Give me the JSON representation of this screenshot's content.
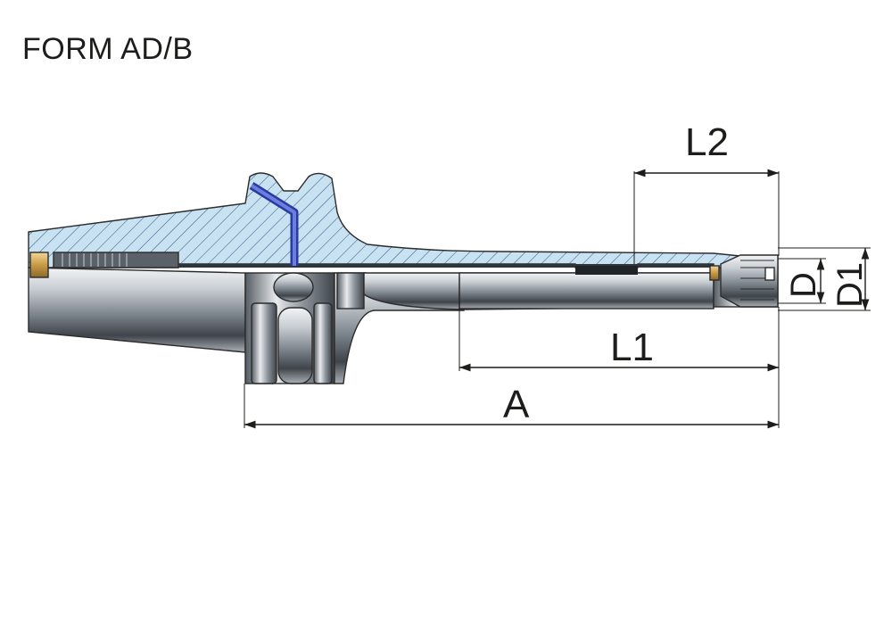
{
  "title": "FORM AD/B",
  "dimensions": {
    "L2": "L2",
    "L1": "L1",
    "A": "A",
    "D": "D",
    "D1": "D1"
  },
  "colors": {
    "section_fill": "#c8e2f2",
    "hatch": "#3d5f85",
    "coolant_channel": "#3b4fc4",
    "steel_light": "#e4e7ea",
    "steel_mid": "#9aa1a8",
    "steel_dark": "#3e444a",
    "brass": "#d8b46a"
  }
}
